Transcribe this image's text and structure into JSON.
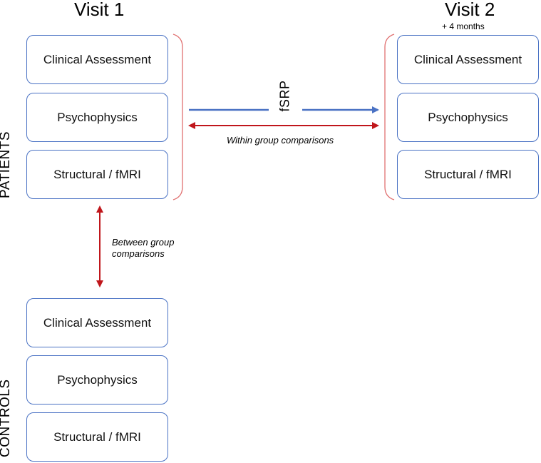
{
  "visit1": {
    "title": "Visit 1"
  },
  "visit2": {
    "title": "Visit 2",
    "subtitle": "+ 4 months"
  },
  "groups": {
    "patients": "PATIENTS",
    "controls": "CONTROLS"
  },
  "boxes": {
    "clinical": "Clinical Assessment",
    "psychophysics": "Psychophysics",
    "imaging": "Structural / fMRI"
  },
  "arrows": {
    "fsrp": "fSRP",
    "within": "Within group comparisons",
    "between_line1": "Between group",
    "between_line2": "comparisons"
  },
  "colors": {
    "box_border": "#4a72c4",
    "blue_arrow": "#4a72c4",
    "red_arrow": "#c0161b",
    "bracket": "#e07070"
  }
}
